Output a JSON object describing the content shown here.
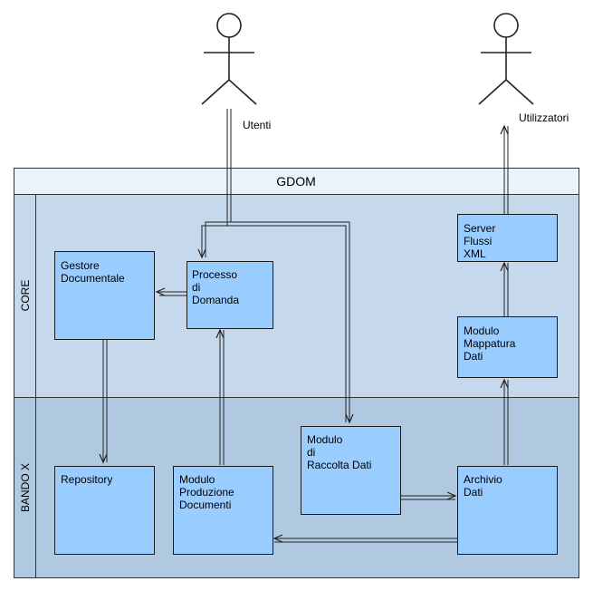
{
  "title": "GDOM",
  "actors": {
    "users": "Utenti",
    "consumers": "Utilizzatori"
  },
  "lanes": {
    "core": "CORE",
    "bando": "BANDO X"
  },
  "boxes": {
    "gestore": [
      "Gestore",
      "Documentale"
    ],
    "processo": [
      "Processo",
      "di",
      "Domanda"
    ],
    "server": [
      "Server",
      "Flussi",
      "XML"
    ],
    "mappatura": [
      "Modulo",
      "Mappatura",
      "Dati"
    ],
    "raccolta": [
      "Modulo",
      "di",
      "Raccolta Dati"
    ],
    "repository": [
      "Repository"
    ],
    "produzione": [
      "Modulo",
      "Produzione",
      "Documenti"
    ],
    "archivio": [
      "Archivio",
      "Dati"
    ]
  },
  "colors": {
    "box_fill": "#99ccff",
    "core_lane": "#c6d8ec",
    "bando_lane": "#b0c9e0",
    "header": "#eaf2fa",
    "outline": "#1a1a1a"
  }
}
